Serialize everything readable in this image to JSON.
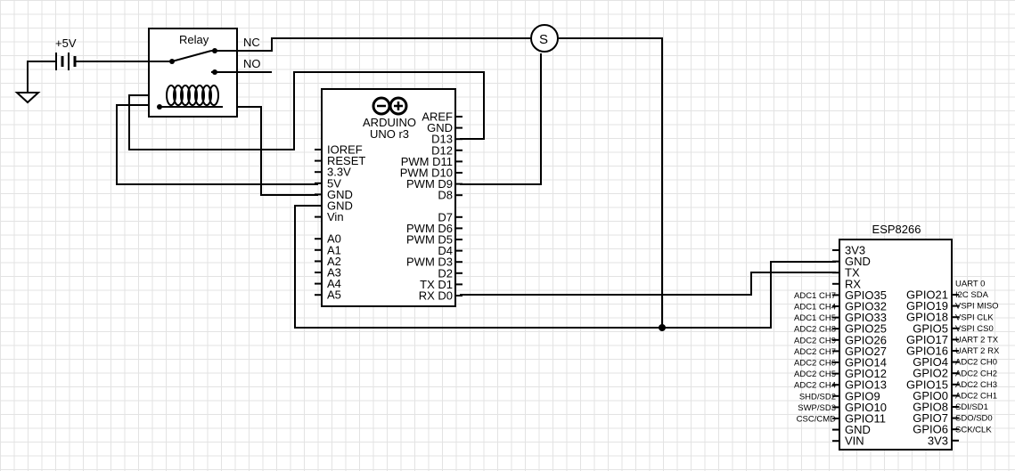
{
  "power": {
    "label": "+5V"
  },
  "relay": {
    "title": "Relay",
    "nc": "NC",
    "no": "NO"
  },
  "servo": {
    "label": "S"
  },
  "arduino": {
    "title_line1": "ARDUINO",
    "title_line2": "UNO r3",
    "left_pins": [
      "IOREF",
      "RESET",
      "3.3V",
      "5V",
      "GND",
      "GND",
      "Vin",
      "A0",
      "A1",
      "A2",
      "A3",
      "A4",
      "A5"
    ],
    "right_pins": [
      "AREF",
      "GND",
      "D13",
      "D12",
      "PWM D11",
      "PWM D10",
      "PWM D9",
      "D8",
      "D7",
      "PWM D6",
      "PWM D5",
      "D4",
      "PWM D3",
      "D2",
      "TX D1",
      "RX D0"
    ]
  },
  "esp": {
    "title": "ESP8266",
    "left_pins": [
      "3V3",
      "GND",
      "TX",
      "RX",
      "GPIO35",
      "GPIO32",
      "GPIO33",
      "GPIO25",
      "GPIO26",
      "GPIO27",
      "GPIO14",
      "GPIO12",
      "GPIO13",
      "GPIO9",
      "GPIO10",
      "GPIO11",
      "GND",
      "VIN"
    ],
    "left_functions": [
      "ADC1 CH7",
      "ADC1 CH4",
      "ADC1 CH5",
      "ADC2 CH8",
      "ADC2 CH9",
      "ADC2 CH7",
      "ADC2 CH6",
      "ADC2 CH5",
      "ADC2 CH4",
      "SHD/SD2",
      "SWP/SD3",
      "CSC/CMD"
    ],
    "right_pins": [
      "GPIO21",
      "GPIO19",
      "GPIO18",
      "GPIO5",
      "GPIO17",
      "GPIO16",
      "GPIO4",
      "GPIO2",
      "GPIO15",
      "GPIO0",
      "GPIO8",
      "GPIO7",
      "GPIO6",
      "3V3"
    ],
    "right_functions": [
      "UART 0",
      "I2C SDA",
      "VSPI MISO",
      "VSPI CLK",
      "VSPI CS0",
      "UART 2 TX",
      "UART 2 RX",
      "ADC2 CH0",
      "ADC2 CH2",
      "ADC2 CH3",
      "ADC2 CH1",
      "SDI/SD1",
      "SDO/SD0",
      "SCK/CLK"
    ]
  }
}
